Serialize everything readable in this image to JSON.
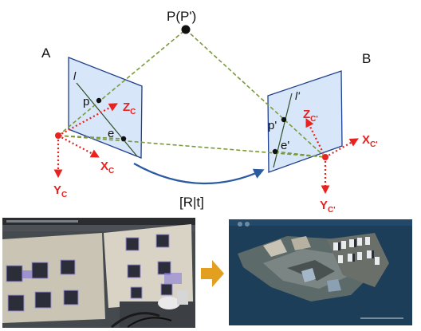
{
  "diagram": {
    "point_label": "P(P')",
    "camera_a_label": "A",
    "camera_b_label": "B",
    "transform_label": "[R|t]",
    "left_plane": {
      "line_label": "l",
      "point_label": "p",
      "epipole_label": "e",
      "z_label": "Z",
      "z_sub": "C",
      "x_label": "X",
      "x_sub": "C",
      "y_label": "Y",
      "y_sub": "C"
    },
    "right_plane": {
      "line_label": "l'",
      "point_label": "p'",
      "epipole_label": "e'",
      "z_label": "Z",
      "z_sub": "C'",
      "x_label": "X",
      "x_sub": "C'",
      "y_label": "Y",
      "y_sub": "C'"
    }
  },
  "colors": {
    "red_axes": "#e8231f",
    "dashed_lines": "#7a9a3a",
    "plane_fill": "#d7e6f8",
    "plane_border": "#1f3f8f",
    "arc_arrow": "#2a5aa0",
    "flow_arrow": "#e3a020",
    "reconstruction_bg": "#1d3e58"
  },
  "icons": {
    "flow_arrow": "arrow-right-icon"
  }
}
